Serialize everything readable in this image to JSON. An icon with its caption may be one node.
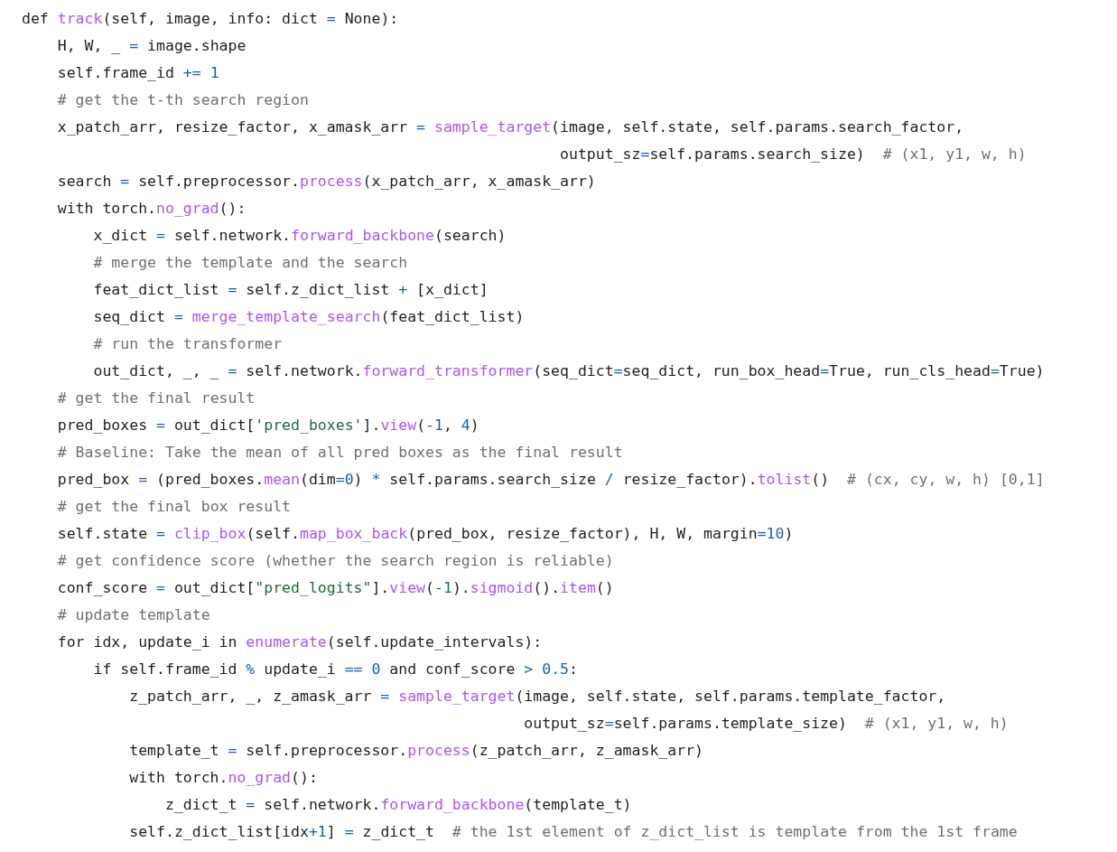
{
  "diagram": {
    "labels": [
      "def track(self, image, info: dict = None):",
      "    H, W, _ = image.shape",
      "    self.frame_id += 1",
      "    # get the t-th search region",
      "    x_patch_arr, resize_factor, x_amask_arr = sample_target(image, self.state, self.params.search_factor,",
      "                                                            output_sz=self.params.search_size)  # (x1, y1, w, h)",
      "    search = self.preprocessor.process(x_patch_arr, x_amask_arr)",
      "    with torch.no_grad():",
      "        x_dict = self.network.forward_backbone(search)",
      "        # merge the template and the search",
      "        feat_dict_list = self.z_dict_list + [x_dict]",
      "        seq_dict = merge_template_search(feat_dict_list)",
      "        # run the transformer",
      "        out_dict, _, _ = self.network.forward_transformer(seq_dict=seq_dict, run_box_head=True, run_cls_head=True)",
      "    # get the final result",
      "    pred_boxes = out_dict['pred_boxes'].view(-1, 4)",
      "    # Baseline: Take the mean of all pred boxes as the final result",
      "    pred_box = (pred_boxes.mean(dim=0) * self.params.search_size / resize_factor).tolist()  # (cx, cy, w, h) [0,1]",
      "    # get the final box result",
      "    self.state = clip_box(self.map_box_back(pred_box, resize_factor), H, W, margin=10)",
      "    # get confidence score (whether the search region is reliable)",
      "    conf_score = out_dict[\"pred_logits\"].view(-1).sigmoid().item()",
      "    # update template",
      "    for idx, update_i in enumerate(self.update_intervals):",
      "        if self.frame_id % update_i == 0 and conf_score > 0.5:",
      "            z_patch_arr, _, z_amask_arr = sample_target(image, self.state, self.params.template_factor,",
      "                                                        output_sz=self.params.template_size)  # (x1, y1, w, h)",
      "            template_t = self.preprocessor.process(z_patch_arr, z_amask_arr)",
      "            with torch.no_grad():",
      "                z_dict_t = self.network.forward_backbone(template_t)",
      "            self.z_dict_list[idx+1] = z_dict_t  # the 1st element of z_dict_list is template from the 1st frame"
    ]
  }
}
